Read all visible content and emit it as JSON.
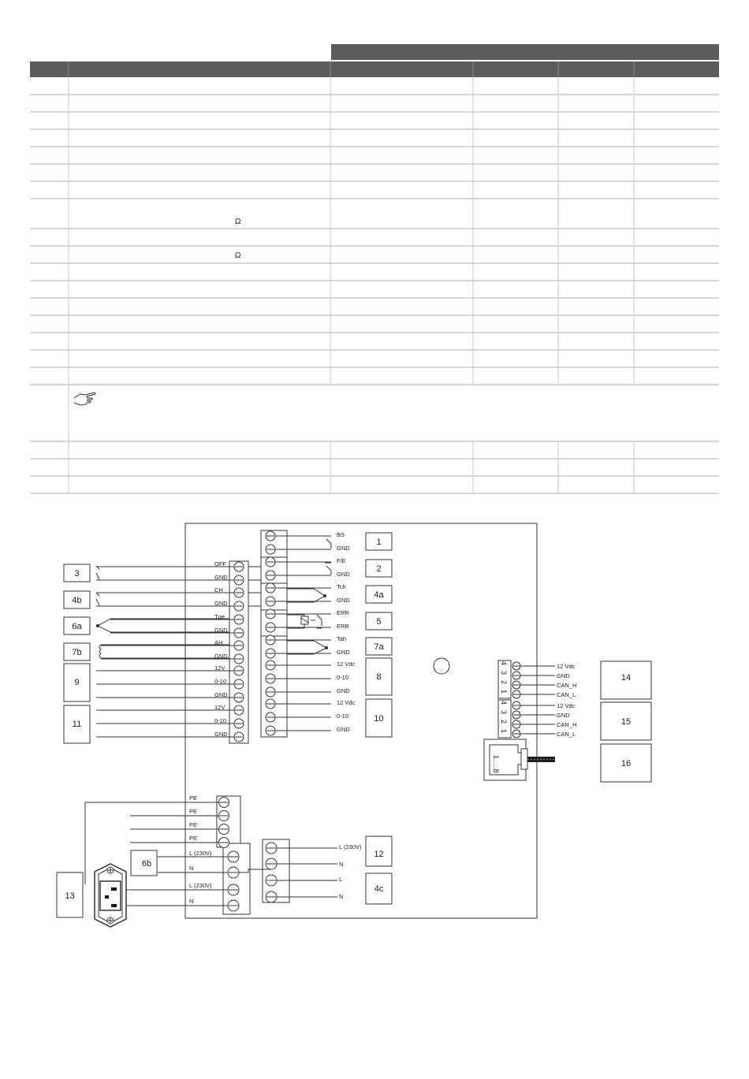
{
  "table": {
    "header_color": "#5c5c5c",
    "line_color": "#c8c8c8",
    "ohm_symbol": "Ω",
    "note_icon": "pointing-hand-icon"
  },
  "diagram": {
    "terminals_top": [
      "BS",
      "GND",
      "F/E",
      "GND",
      "Tch",
      "GND",
      "ERR",
      "ERR",
      "Tah",
      "GND",
      "12 Vdc",
      "0-10",
      "GND",
      "12 Vdc",
      "0-10",
      "GND"
    ],
    "terminals_left": [
      "OFF",
      "GND",
      "CH",
      "GND",
      "Tge",
      "GND",
      "AH",
      "GND",
      "12V",
      "0-10",
      "GND",
      "12V",
      "0-10",
      "GND"
    ],
    "can_top": [
      "12 Vdc",
      "GND",
      "CAN_H",
      "CAN_L"
    ],
    "can_bottom": [
      "12 Vdc",
      "GND",
      "CAN_H",
      "CAN_L"
    ],
    "can_pins": [
      "4",
      "3",
      "2",
      "1"
    ],
    "rj45_label": "1.....8",
    "pe_terminals": [
      "PE",
      "PE",
      "PE",
      "PE"
    ],
    "power_left": [
      "L (230V)",
      "N",
      "L (230V)",
      "N"
    ],
    "power_right": [
      "L (230V)",
      "N",
      "L",
      "N"
    ],
    "boxes": {
      "b1": "1",
      "b2": "2",
      "b3": "3",
      "b4a": "4a",
      "b4b": "4b",
      "b4c": "4c",
      "b5": "5",
      "b6a": "6a",
      "b6b": "6b",
      "b7a": "7a",
      "b7b": "7b",
      "b8": "8",
      "b9": "9",
      "b10": "10",
      "b11": "11",
      "b12": "12",
      "b13": "13",
      "b14": "14",
      "b15": "15",
      "b16": "16"
    }
  }
}
